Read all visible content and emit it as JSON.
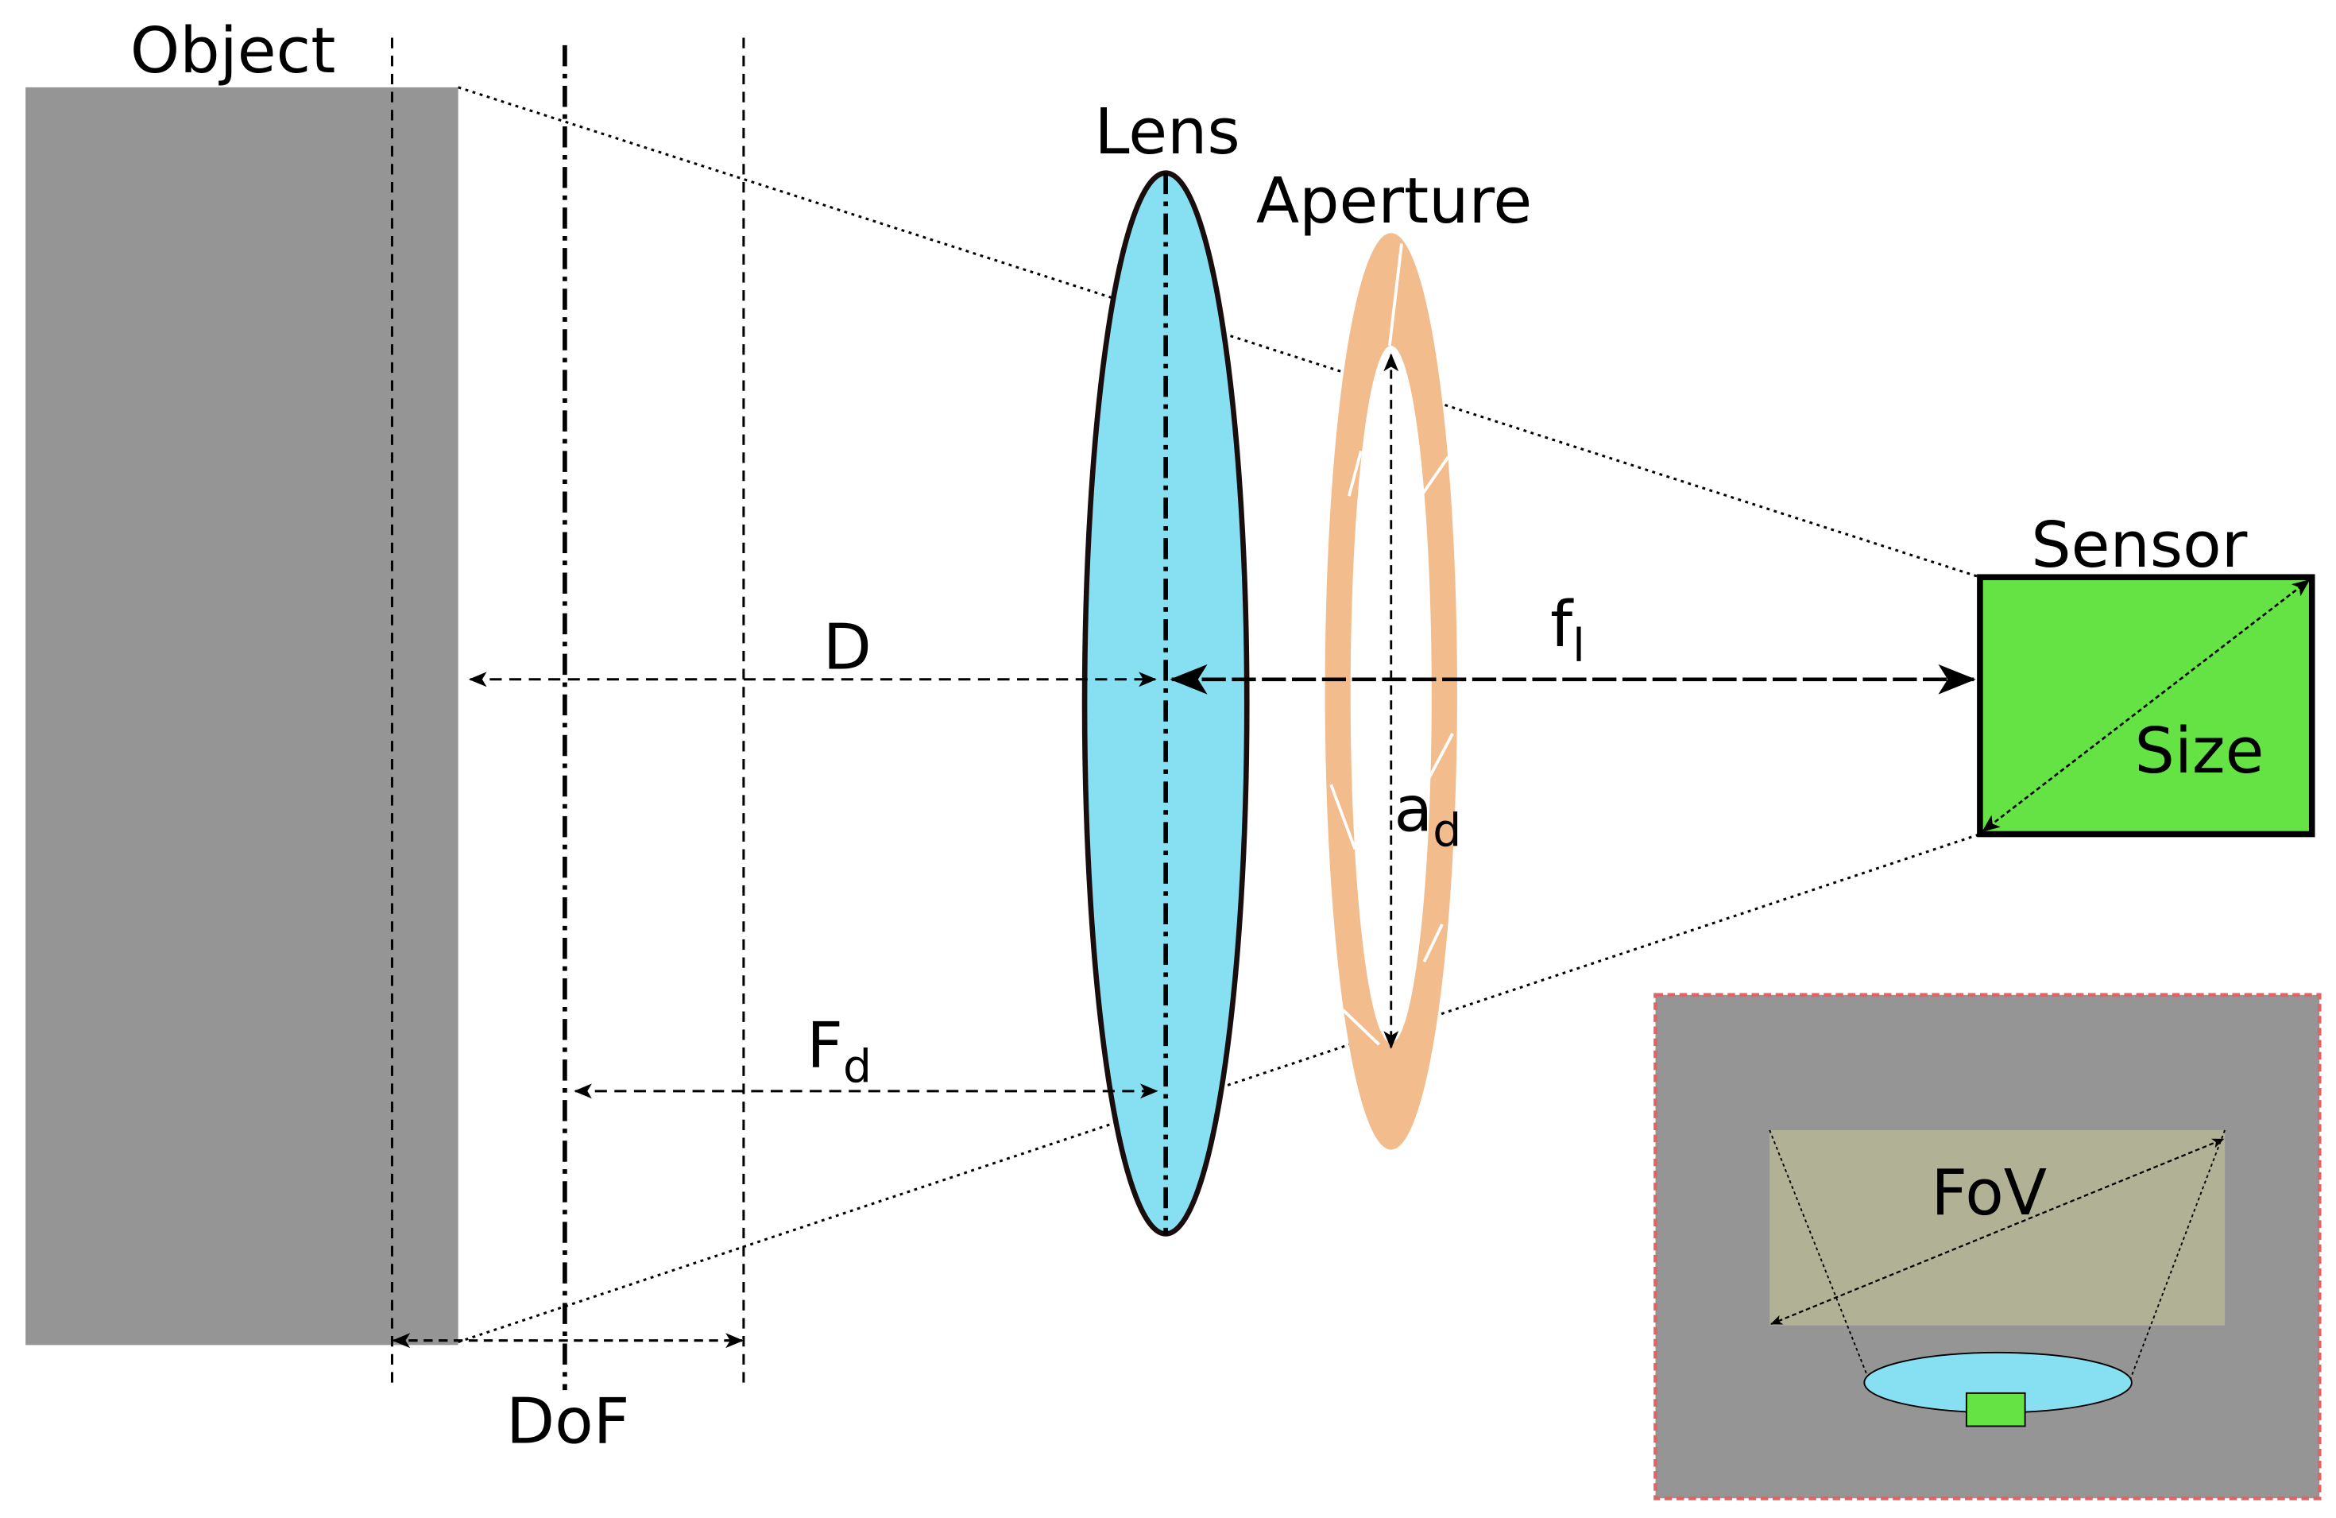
{
  "labels": {
    "object": "Object",
    "lens": "Lens",
    "aperture": "Aperture",
    "sensor": "Sensor",
    "size": "Size",
    "distance": "D",
    "focal_length_main": "f",
    "focal_length_sub": "l",
    "aperture_diameter_main": "a",
    "aperture_diameter_sub": "d",
    "focus_distance_main": "F",
    "focus_distance_sub": "d",
    "depth_of_field": "DoF",
    "field_of_view": "FoV"
  },
  "colors": {
    "object_fill": "#959595",
    "lens_fill": "#87dff2",
    "aperture_fill": "#f2bc8c",
    "sensor_fill": "#66e344",
    "inset_background": "#959595",
    "inset_border": "#e06464",
    "fov_fill": "#b1b195",
    "line": "#000000"
  }
}
